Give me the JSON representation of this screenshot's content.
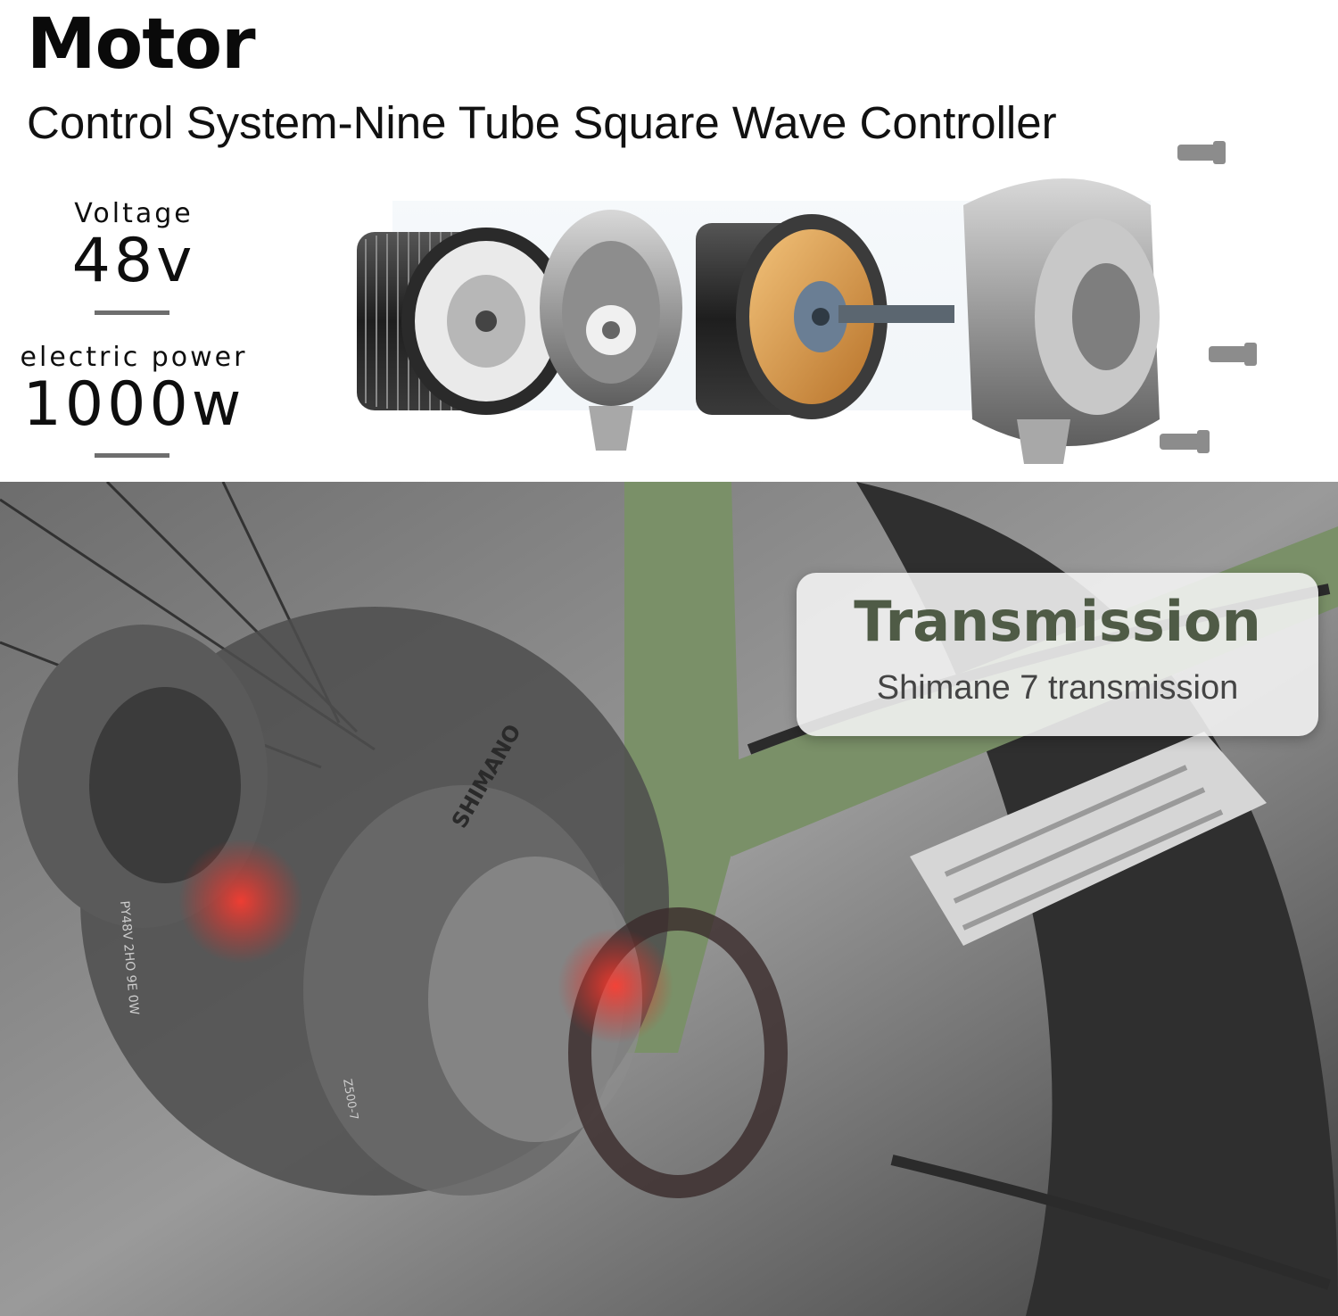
{
  "header": {
    "title": "Motor",
    "subtitle": "Control System-Nine Tube Square Wave Controller"
  },
  "specs": [
    {
      "label": "Voltage",
      "value": "48v"
    },
    {
      "label": "electric power",
      "value": "1000w"
    }
  ],
  "transmission": {
    "title": "Transmission",
    "subtitle": "Shimane 7 transmission"
  },
  "photo_marks": {
    "brand": "SHIMANO",
    "stator_text": "PY48V 2HO 9E 0W",
    "part_code": "Z500-7"
  },
  "colors": {
    "frame_green": "#7a9068",
    "accent_green": "#4f5b46",
    "glow_red": "#e0261e"
  }
}
